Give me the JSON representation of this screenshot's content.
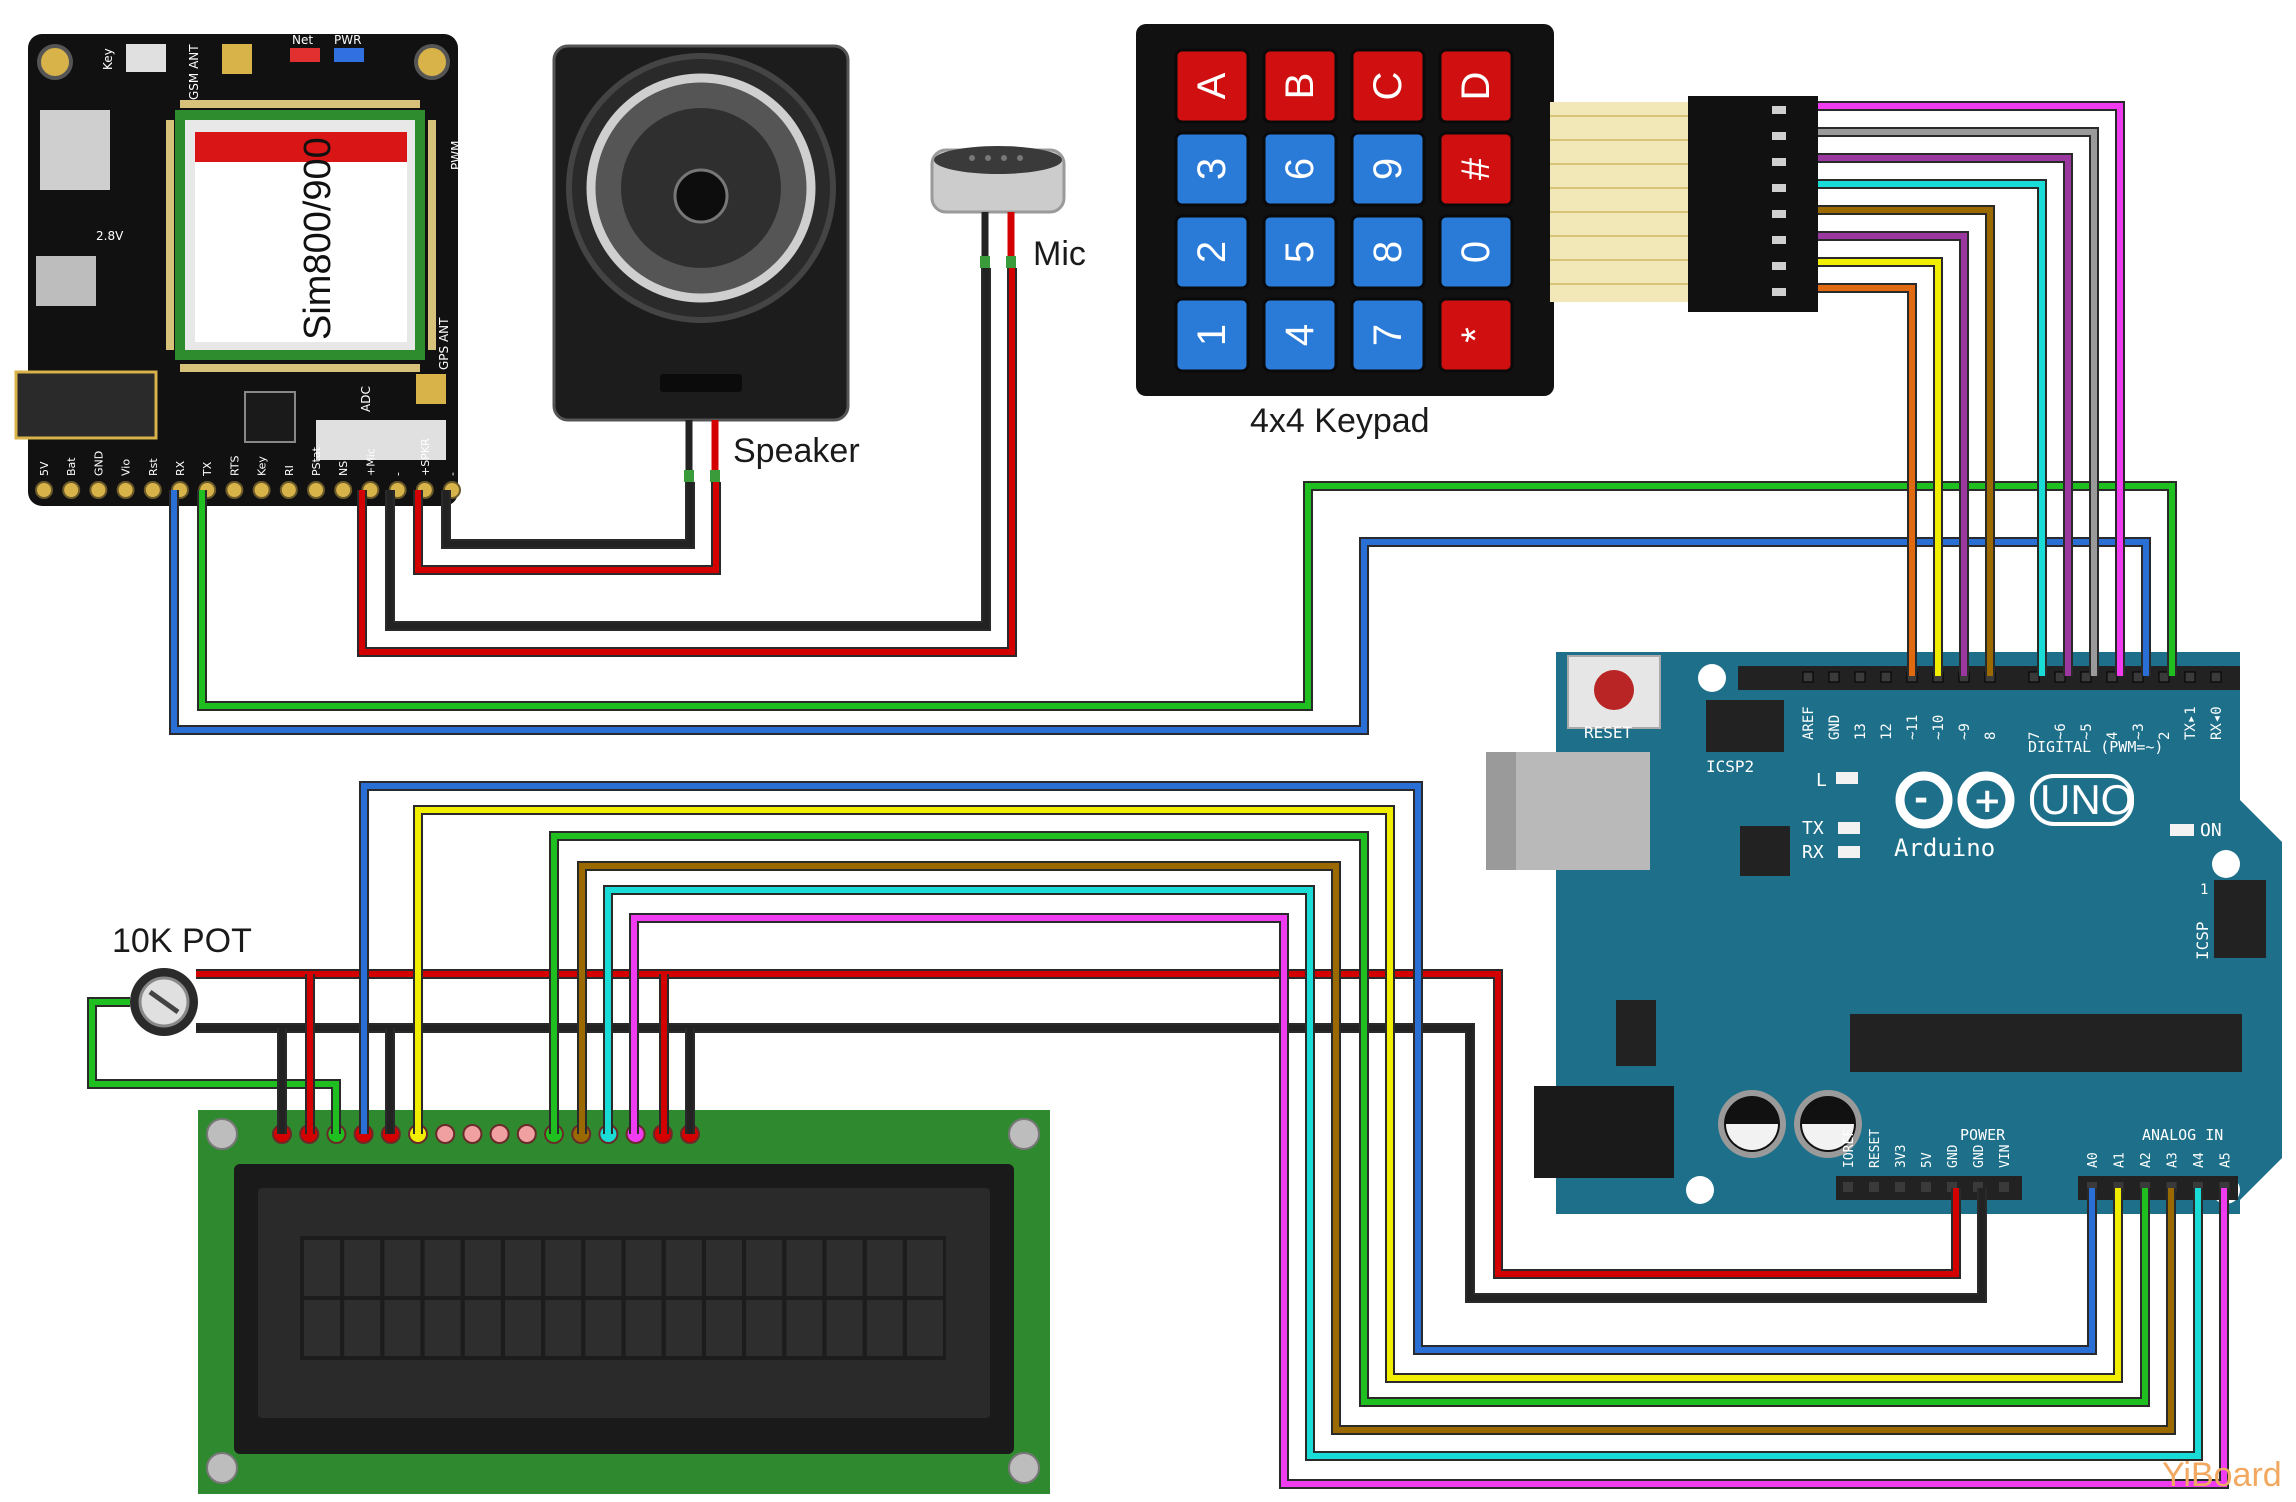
{
  "labels": {
    "sim_chip": "Sim800/900",
    "speaker": "Speaker",
    "mic": "Mic",
    "keypad": "4x4 Keypad",
    "pot": "10K POT",
    "watermark": "YiBoard"
  },
  "keypad_keys": [
    [
      "A",
      "B",
      "C",
      "D"
    ],
    [
      "3",
      "6",
      "9",
      "#"
    ],
    [
      "2",
      "5",
      "8",
      "0"
    ],
    [
      "1",
      "4",
      "7",
      "*"
    ]
  ],
  "sim_pins": [
    "5V",
    "Bat",
    "GND",
    "Vio",
    "Rst",
    "RX",
    "TX",
    "RTS",
    "Key",
    "RI",
    "PStat",
    "NS",
    "+Mic",
    "-",
    "+SPKR",
    "-"
  ],
  "sim_misc": [
    "Key",
    "Net",
    "PWR",
    "GSM ANT",
    "GPS ANT",
    "PWM",
    "2.8V",
    "ADC"
  ],
  "arduino": {
    "brand": "Arduino",
    "model": "UNO",
    "reset": "RESET",
    "icsp2": "ICSP2",
    "icsp": "ICSP",
    "on": "ON",
    "l": "L",
    "tx": "TX",
    "rx": "RX",
    "digital": "DIGITAL (PWM=~)",
    "power": "POWER",
    "analog": "ANALOG IN",
    "digital_pins": [
      "AREF",
      "GND",
      "13",
      "12",
      "~11",
      "~10",
      "~9",
      "8",
      "7",
      "~6",
      "~5",
      "4",
      "~3",
      "2",
      "TX▸1",
      "RX◂0"
    ],
    "power_pins": [
      "IOREF",
      "RESET",
      "3V3",
      "5V",
      "GND",
      "GND",
      "VIN"
    ],
    "analog_pins": [
      "A0",
      "A1",
      "A2",
      "A3",
      "A4",
      "A5"
    ],
    "icsp_one": "1"
  },
  "colors": {
    "wire_red": "#d40000",
    "wire_black": "#222222",
    "wire_green": "#1fbf1f",
    "wire_blue": "#2a6fd6",
    "wire_yellow": "#f2ee00",
    "wire_brown": "#9a6a00",
    "wire_cyan": "#19dcd6",
    "wire_magenta": "#f03cf0",
    "wire_purple": "#9a38a0",
    "wire_gray": "#9a9a9a",
    "wire_orange": "#e06a10",
    "arduino_blue": "#1d6f8a",
    "lcd_green": "#2f8a2f",
    "key_red": "#d01010",
    "key_blue": "#2a7ad8"
  }
}
